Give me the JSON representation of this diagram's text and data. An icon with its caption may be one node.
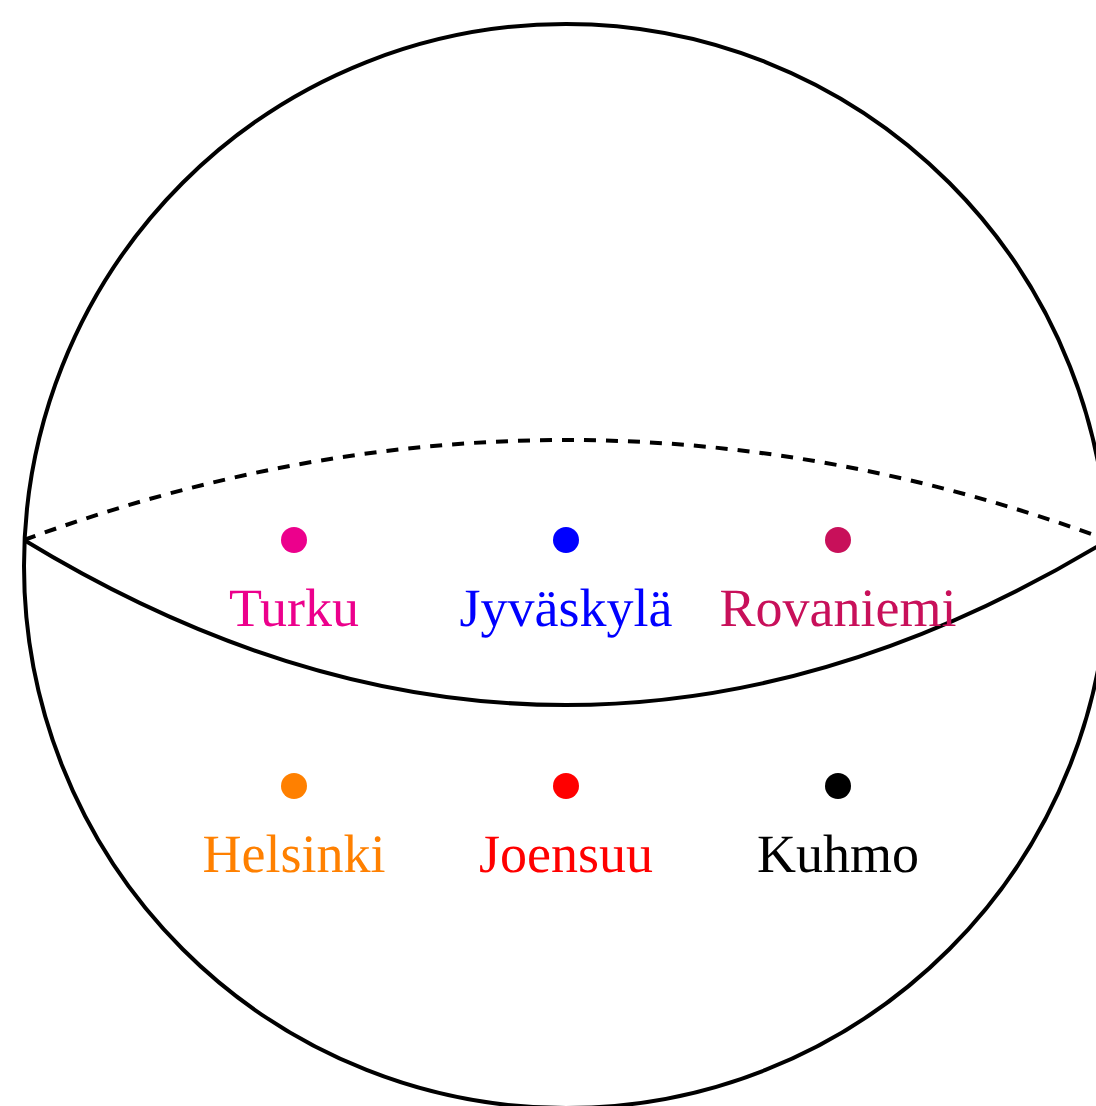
{
  "diagram": {
    "labels": [
      "Turku",
      "Jyväskylä",
      "Rovaniemi",
      "Helsinki",
      "Joensuu",
      "Kuhmo"
    ]
  }
}
